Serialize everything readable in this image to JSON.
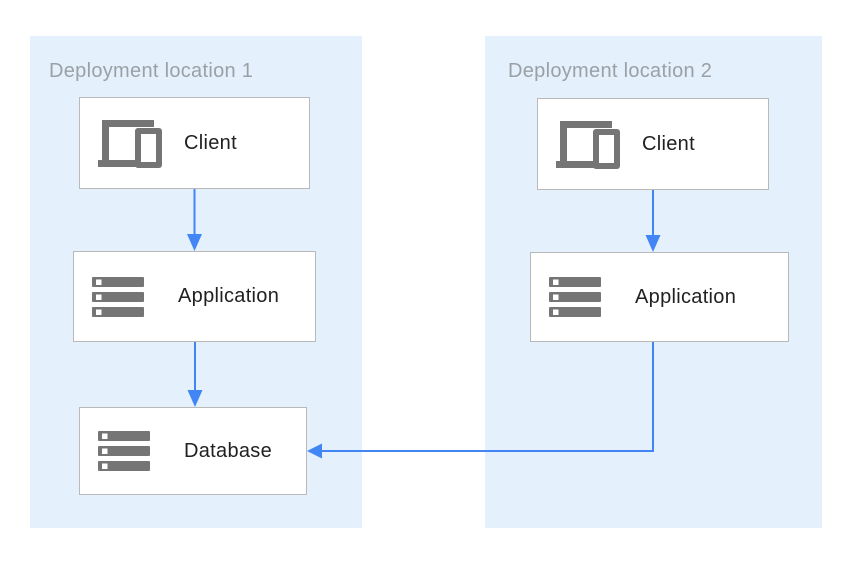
{
  "zones": [
    {
      "title": "Deployment location 1",
      "nodes": [
        {
          "label": "Client",
          "icon": "devices-icon"
        },
        {
          "label": "Application",
          "icon": "server-stack-icon"
        },
        {
          "label": "Database",
          "icon": "server-stack-icon"
        }
      ]
    },
    {
      "title": "Deployment location 2",
      "nodes": [
        {
          "label": "Client",
          "icon": "devices-icon"
        },
        {
          "label": "Application",
          "icon": "server-stack-icon"
        }
      ]
    }
  ],
  "connections": [
    {
      "from": "Client (location 1)",
      "to": "Application (location 1)",
      "shape": "straight-down"
    },
    {
      "from": "Application (location 1)",
      "to": "Database (location 1)",
      "shape": "straight-down"
    },
    {
      "from": "Client (location 2)",
      "to": "Application (location 2)",
      "shape": "straight-down"
    },
    {
      "from": "Application (location 2)",
      "to": "Database (location 1)",
      "shape": "elbow-down-left"
    }
  ],
  "colors": {
    "zone_fill": "#e4f0fb",
    "zone_title_text": "#9aa0a6",
    "node_fill": "#ffffff",
    "node_border": "#b9b9b9",
    "node_label_text": "#212121",
    "icon_gray": "#757575",
    "arrow_blue": "#4285f4",
    "background": "#ffffff"
  }
}
